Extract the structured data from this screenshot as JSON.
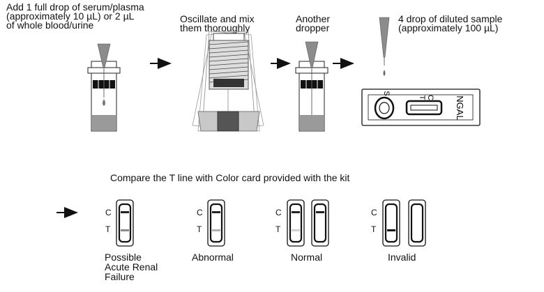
{
  "steps": [
    {
      "text": "Add 1 full drop of serum/plasma\n(approximately 10 µL) or 2 µL\nof whole blood/urine"
    },
    {
      "text": "Oscillate and mix\nthem thoroughly"
    },
    {
      "text": "Another\ndropper"
    },
    {
      "text": "4 drop of diluted sample\n(approximately 100 µL)"
    }
  ],
  "cassette": {
    "brand": "NGAL",
    "well_label": "S",
    "t_mark": "T",
    "c_mark": "C"
  },
  "instruction": "Compare the T line with Color card provided with the kit",
  "result_marks": {
    "c": "C",
    "t": "T"
  },
  "results": [
    {
      "label": "Possible\nAcute Renal\nFailure",
      "c_line": "#222222",
      "t_line": "#8a8a8a",
      "t_strength": 0.55
    },
    {
      "label": "Abnormal",
      "c_line": "#222222",
      "t_line": "#b0b0b0",
      "t_strength": 0.35
    },
    {
      "label": "Normal",
      "c_line": "#222222",
      "t_line": "#d0d0d0",
      "t_strength": 0.2
    },
    {
      "label": "Invalid",
      "c_line": "none",
      "t_line": "#111111",
      "t_strength": 1.0
    }
  ]
}
